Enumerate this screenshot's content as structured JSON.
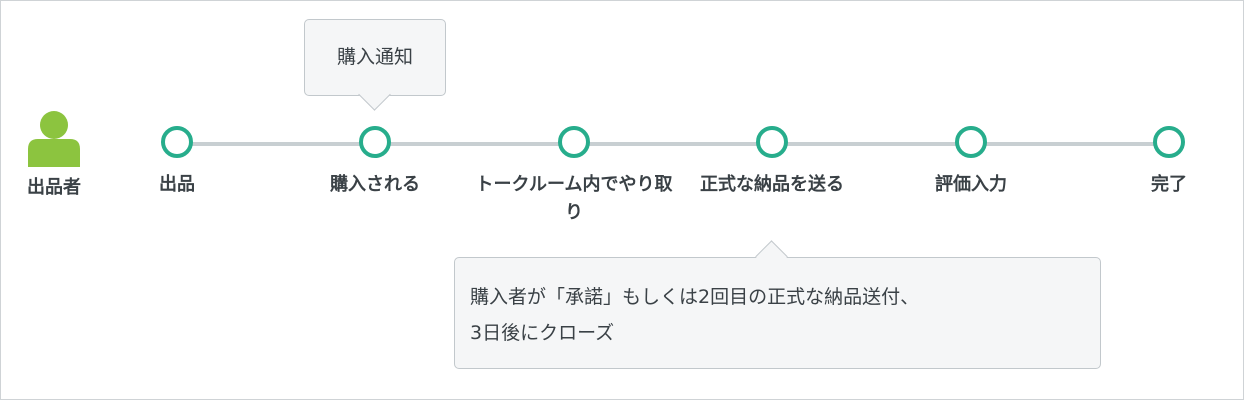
{
  "actor": {
    "label": "出品者"
  },
  "steps": [
    {
      "label": "出品"
    },
    {
      "label": "購入される"
    },
    {
      "label": "トークルーム内でやり取り"
    },
    {
      "label": "正式な納品を送る"
    },
    {
      "label": "評価入力"
    },
    {
      "label": "完了"
    }
  ],
  "callouts": {
    "purchase_notice": "購入通知",
    "auto_close_line1": "購入者が「承諾」もしくは2回目の正式な納品送付、",
    "auto_close_line2": "3日後にクローズ"
  },
  "colors": {
    "node_ring": "#27ad8c",
    "connector": "#c8cfd2",
    "actor_icon": "#8cc43f",
    "text": "#3a4146",
    "callout_bg": "#f5f6f7"
  }
}
